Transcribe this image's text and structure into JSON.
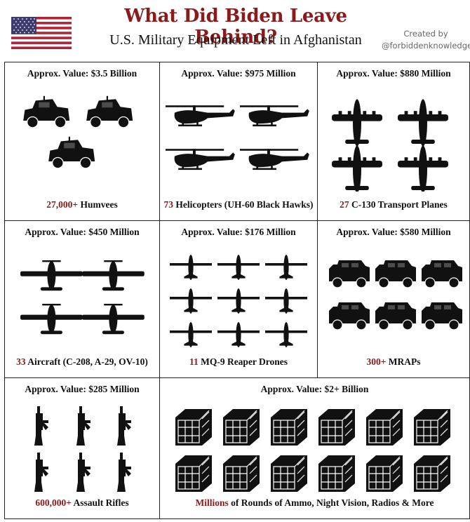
{
  "header": {
    "title": "What Did Biden Leave Behind?",
    "subtitle": "U.S. Military Equipment Left in Afghanistan",
    "credit_line1": "Created by",
    "credit_line2": "@forbiddenknowledge",
    "flag_icon": "us-flag-icon",
    "accent_color": "#8b1a1a"
  },
  "cells": [
    {
      "value": "Approx. Value: $3.5 Billion",
      "count": "27,000+",
      "item": " Humvees",
      "icon": "humvee-icon"
    },
    {
      "value": "Approx. Value: $975 Million",
      "count": "73",
      "item": " Helicopters (UH-60 Black Hawks)",
      "icon": "helicopter-icon"
    },
    {
      "value": "Approx. Value: $880 Million",
      "count": "27",
      "item": " C-130 Transport Planes",
      "icon": "transport-plane-icon"
    },
    {
      "value": "Approx. Value: $450 Million",
      "count": "33",
      "item": " Aircraft (C-208, A-29, OV-10)",
      "icon": "aircraft-icon"
    },
    {
      "value": "Approx. Value: $176 Million",
      "count": "11",
      "item": " MQ-9 Reaper Drones",
      "icon": "drone-icon"
    },
    {
      "value": "Approx. Value: $580 Million",
      "count": "300+",
      "item": " MRAPs",
      "icon": "mrap-icon"
    },
    {
      "value": "Approx. Value: $285 Million",
      "count": "600,000+",
      "item": " Assault Rifles",
      "icon": "rifle-icon"
    },
    {
      "value": "Approx. Value: $2+ Billion",
      "count": "Millions",
      "item": " of Rounds of Ammo, Night Vision, Radios & More",
      "icon": "ammo-crate-icon"
    }
  ]
}
